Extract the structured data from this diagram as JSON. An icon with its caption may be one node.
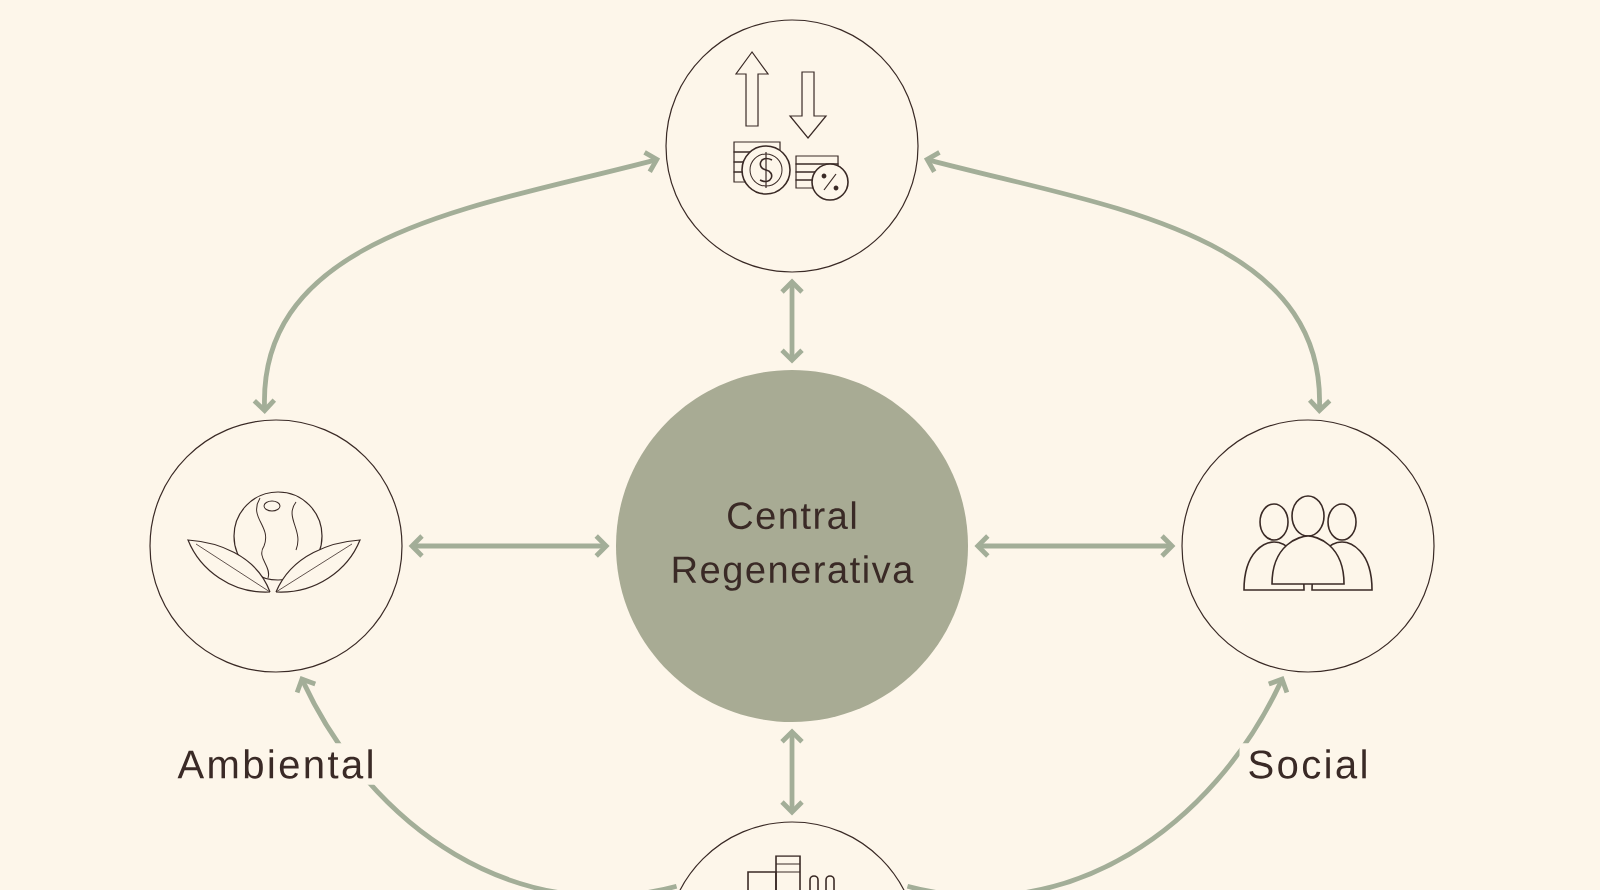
{
  "diagram": {
    "nodes": [
      {
        "text": [
          "Central Regenerativa"
        ]
      },
      {
        "text": [],
        "shape": "circle"
      },
      {
        "text": [],
        "shape": "circle",
        "beside": [
          "Ambiental"
        ]
      },
      {
        "text": [],
        "shape": "circle",
        "beside": [
          "Social"
        ]
      },
      {
        "text": [],
        "shape": "circle"
      }
    ],
    "edges": [
      {
        "from": 0,
        "to": 1,
        "arrow": "both"
      },
      {
        "from": 0,
        "to": 2,
        "arrow": "both"
      },
      {
        "from": 0,
        "to": 3,
        "arrow": "both"
      },
      {
        "from": 0,
        "to": 4,
        "arrow": "both"
      },
      {
        "from": 1,
        "to": 2,
        "arrow": "both"
      },
      {
        "from": 1,
        "to": 3,
        "arrow": "both"
      },
      {
        "from": 4,
        "to": 2,
        "arrow": "to"
      },
      {
        "from": 4,
        "to": 3,
        "arrow": "to"
      }
    ]
  }
}
